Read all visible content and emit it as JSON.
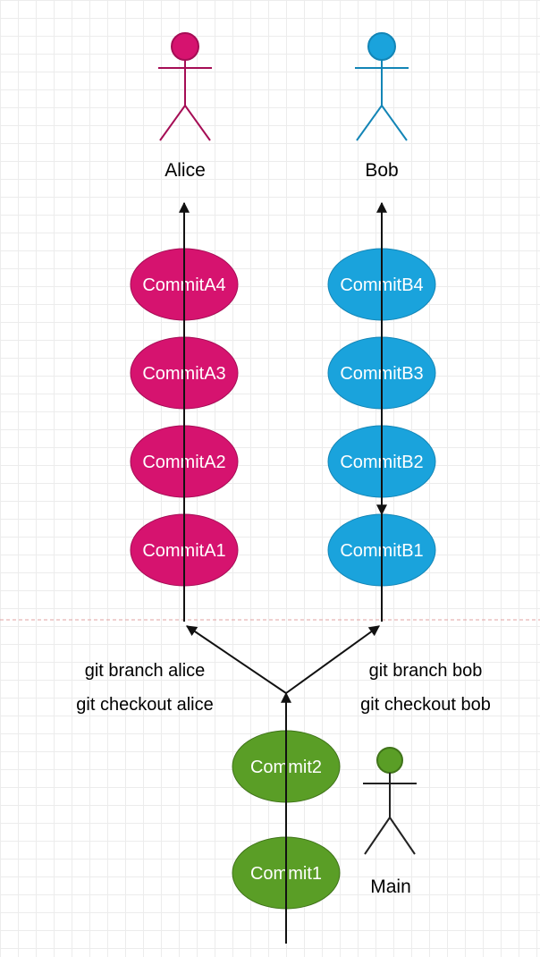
{
  "colors": {
    "alice": "#d6136f",
    "alice_stroke": "#a50d55",
    "bob": "#1aa3dc",
    "bob_stroke": "#1385b6",
    "main": "#5a9e26",
    "main_stroke": "#3f7319",
    "arrow": "#111111",
    "divider": "#e0a0a0"
  },
  "actors": {
    "alice": "Alice",
    "bob": "Bob",
    "main": "Main"
  },
  "commits": {
    "alice": [
      "CommitA4",
      "CommitA3",
      "CommitA2",
      "CommitA1"
    ],
    "bob": [
      "CommitB4",
      "CommitB3",
      "CommitB2",
      "CommitB1"
    ],
    "main": [
      "Commit2",
      "Commit1"
    ]
  },
  "commands": {
    "alice_branch": "git branch alice",
    "alice_checkout": "git checkout alice",
    "bob_branch": "git branch bob",
    "bob_checkout": "git checkout bob"
  }
}
